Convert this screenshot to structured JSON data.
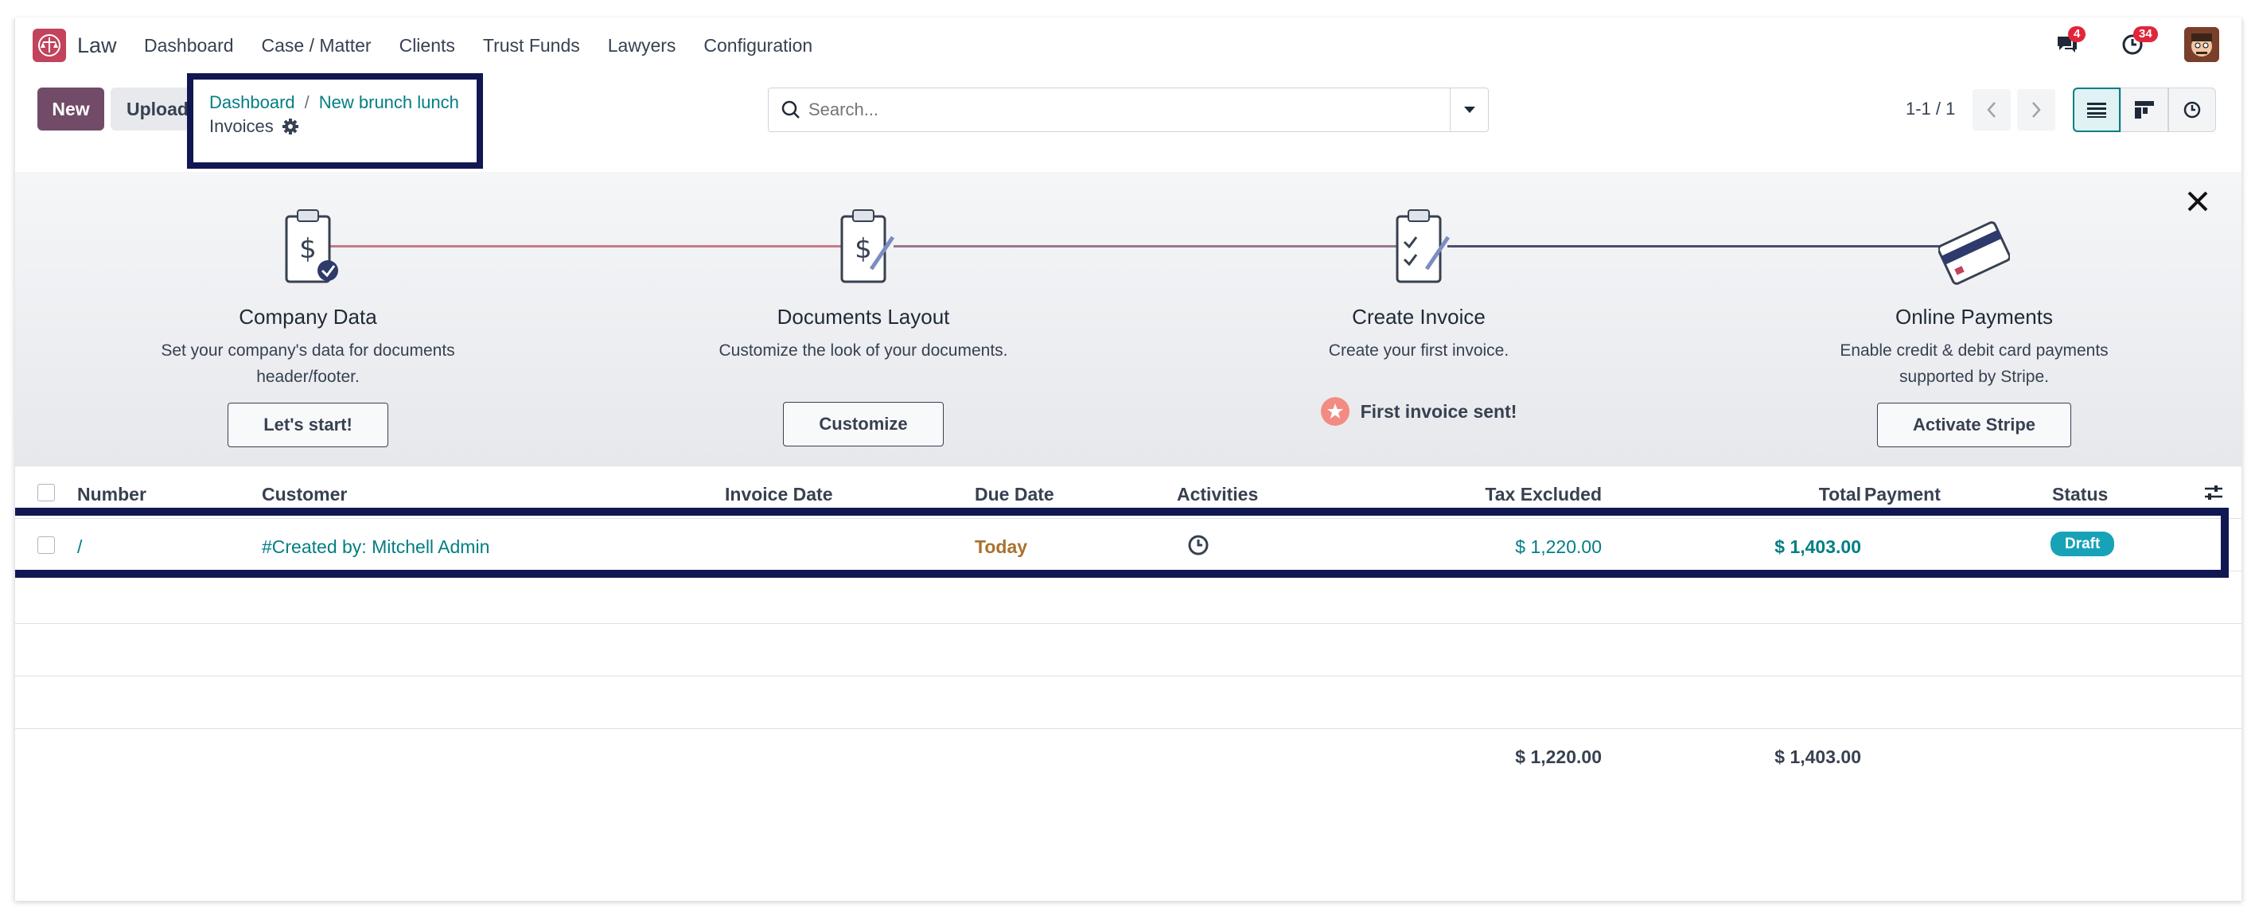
{
  "navbar": {
    "app_name": "Law",
    "menu": [
      "Dashboard",
      "Case / Matter",
      "Clients",
      "Trust Funds",
      "Lawyers",
      "Configuration"
    ],
    "messages_count": "4",
    "activities_count": "34",
    "icons": {
      "messages": "chat-icon",
      "activities": "clock-icon",
      "logo": "scales-icon"
    }
  },
  "control": {
    "new_label": "New",
    "upload_label": "Upload",
    "breadcrumb": [
      "Dashboard",
      "New brunch lunch"
    ],
    "breadcrumb_sep": "/",
    "current": "Invoices",
    "search_placeholder": "Search...",
    "pager": "1-1 / 1"
  },
  "onboarding": {
    "steps": [
      {
        "title": "Company Data",
        "desc": "Set your company's data for documents header/footer.",
        "action": "Let's start!"
      },
      {
        "title": "Documents Layout",
        "desc": "Customize the look of your documents.",
        "action": "Customize"
      },
      {
        "title": "Create Invoice",
        "desc": "Create your first invoice.",
        "done": "First invoice sent!"
      },
      {
        "title": "Online Payments",
        "desc": "Enable credit & debit card payments supported by Stripe.",
        "action": "Activate Stripe"
      }
    ]
  },
  "table": {
    "headers": {
      "number": "Number",
      "customer": "Customer",
      "invoice_date": "Invoice Date",
      "due_date": "Due Date",
      "activities": "Activities",
      "tax_excluded": "Tax Excluded",
      "total": "Total",
      "payment": "Payment",
      "status": "Status"
    },
    "rows": [
      {
        "number": "/",
        "customer": "#Created by: Mitchell Admin",
        "invoice_date": "",
        "due_date": "Today",
        "tax_excluded": "$ 1,220.00",
        "total": "$ 1,403.00",
        "payment": "",
        "status": "Draft"
      }
    ],
    "totals": {
      "tax_excluded": "$ 1,220.00",
      "total": "$ 1,403.00"
    }
  },
  "colors": {
    "brand": "#714b67",
    "link": "#017e84",
    "highlight": "#101752",
    "status_draft": "#17a2b8",
    "due_today": "#a8722c"
  }
}
